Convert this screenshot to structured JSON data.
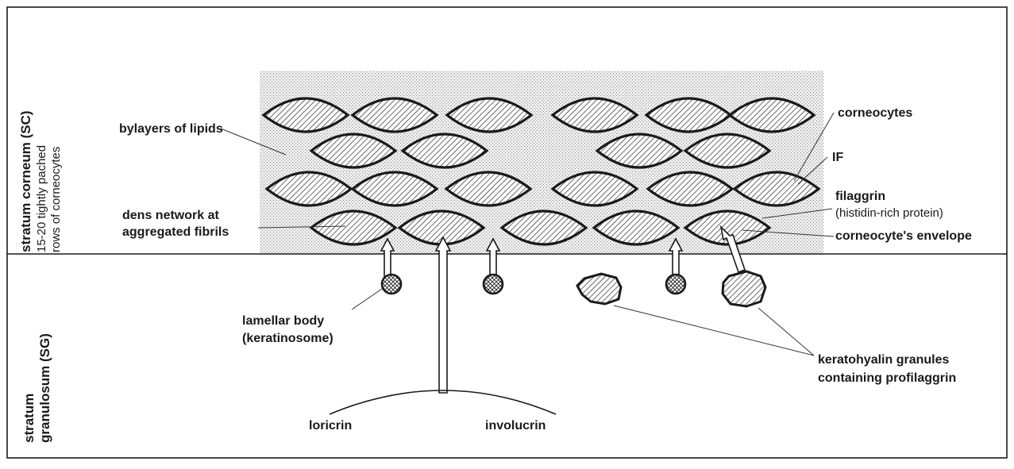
{
  "zones": {
    "sc": {
      "title": "stratum corneum (SC)",
      "subtitle_line1": "15-20 tightly pached",
      "subtitle_line2": "rows of corneocytes"
    },
    "sg": {
      "title_line1": "stratum",
      "title_line2": "granulosum (SG)"
    }
  },
  "labels": {
    "lipids": "bylayers of lipids",
    "dens_line1": "dens network at",
    "dens_line2": "aggregated fibrils",
    "corneocytes": "corneocytes",
    "if": "IF",
    "filaggrin": "filaggrin",
    "filaggrin_note": "(histidin-rich protein)",
    "envelope": "corneocyte's envelope",
    "lamellar_line1": "lamellar body",
    "lamellar_line2": "(keratinosome)",
    "kerato_line1": "keratohyalin granules",
    "kerato_line2": "containing profilaggrin",
    "loricrin": "loricrin",
    "involucrin": "involucrin"
  }
}
